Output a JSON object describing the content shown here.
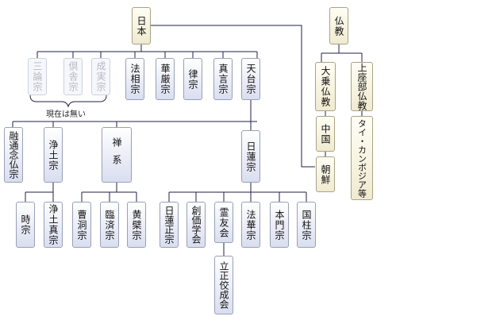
{
  "nodes": {
    "nihon": "日本",
    "bukkyo": "仏教",
    "sanron": "三論宗",
    "kusha": "倶舎宗",
    "jojitsu": "成実宗",
    "hosso": "法相宗",
    "kegon": "華厳宗",
    "ritsu": "律宗",
    "shingon": "真言宗",
    "tendai": "天台宗",
    "daijo": "大乗仏教",
    "jozabu": "上座部仏教",
    "chugoku": "中国",
    "chosen": "朝鮮",
    "thai": "タイ・カンボジア等",
    "yuzu": "融通念仏宗",
    "jodo": "浄土宗",
    "zen": "禅系",
    "nichiren": "日蓮宗",
    "ji": "時宗",
    "jodoshin": "浄土真宗",
    "soto": "曹洞宗",
    "rinzai": "臨済宗",
    "obaku": "黄檗宗",
    "nichirenshoshu": "日蓮正宗",
    "soka": "創価学会",
    "reiyu": "霊友会",
    "hokke": "法華宗",
    "honmon": "本門宗",
    "kokuchu": "国柱宗",
    "rissho": "立正佼成会"
  },
  "caption": "現在は無い",
  "colors": {
    "line": "#222244",
    "node_border": "#9aa0b4",
    "node_fill": "#d9def0",
    "cream_fill": "#f0ead0",
    "faded_text": "#b4b8c4",
    "highlight": "#e0141e"
  }
}
